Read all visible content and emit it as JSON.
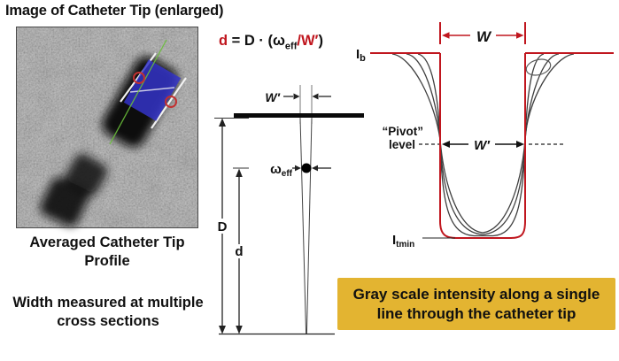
{
  "palette": {
    "red": "#C0161E",
    "yellow_box": "#E3B431",
    "blue_overlay": "#3434C8",
    "green_line": "#6ABF3A",
    "curve_gray": "#3F3F3F"
  },
  "header": {
    "title": "Image of Catheter Tip (enlarged)"
  },
  "captions": {
    "profile_line1": "Averaged Catheter Tip",
    "profile_line2": "Profile",
    "width_line1": "Width measured at multiple",
    "width_line2": "cross sections"
  },
  "formula": {
    "d": "d",
    "mid": " = D · (ω",
    "sub": "eff",
    "slash_w": "/W′",
    "close": ")"
  },
  "mid_diagram": {
    "w_prime": "W′",
    "omega": "ω",
    "omega_sub": "eff",
    "big_d": "D",
    "small_d": "d"
  },
  "graph": {
    "ib": "I",
    "ib_sub": "b",
    "w": "W",
    "pivot_line1": "“Pivot”",
    "pivot_line2": "level",
    "w_prime": "W′",
    "itmin": "I",
    "itmin_sub": "tmin"
  },
  "callout": {
    "line1": "Gray scale intensity along a single",
    "line2": "line through the catheter tip"
  }
}
